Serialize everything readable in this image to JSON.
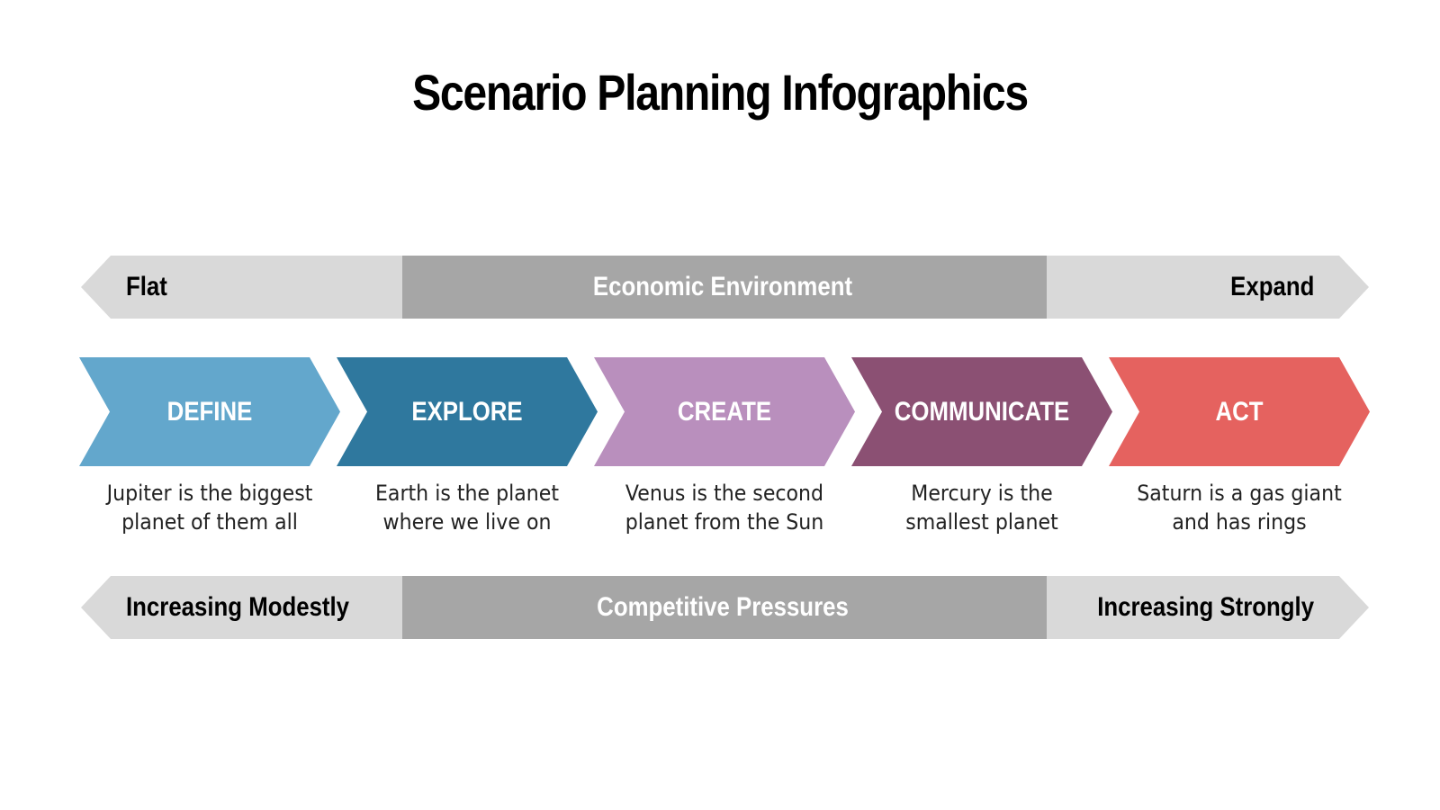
{
  "title": "Scenario Planning Infographics",
  "colors": {
    "band_light": "#d9d9d9",
    "band_dark": "#a6a6a6",
    "define": "#63a7cc",
    "explore": "#2f789e",
    "create": "#b98fbd",
    "communicate": "#8b5073",
    "act": "#e5625f"
  },
  "top_band": {
    "left": "Flat",
    "center": "Economic Environment",
    "right": "Expand"
  },
  "steps": [
    {
      "label": "DEFINE",
      "description": [
        "Jupiter is the biggest",
        "planet of them all"
      ]
    },
    {
      "label": "EXPLORE",
      "description": [
        "Earth is the planet",
        "where we live on"
      ]
    },
    {
      "label": "CREATE",
      "description": [
        "Venus is the second",
        "planet from the Sun"
      ]
    },
    {
      "label": "COMMUNICATE",
      "description": [
        "Mercury is the",
        "smallest planet"
      ]
    },
    {
      "label": "ACT",
      "description": [
        "Saturn is a gas giant",
        "and has rings"
      ]
    }
  ],
  "bottom_band": {
    "left": "Increasing Modestly",
    "center": "Competitive Pressures",
    "right": "Increasing Strongly"
  }
}
